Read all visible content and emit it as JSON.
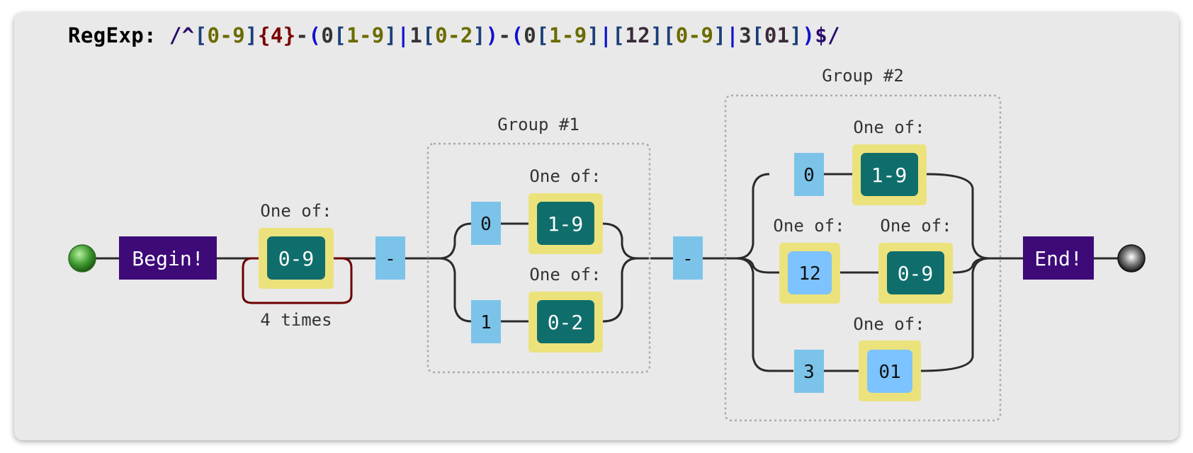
{
  "regexp": {
    "prefix": "RegExp: ",
    "tokens": [
      {
        "t": "/",
        "c": "#2a0a6b"
      },
      {
        "t": "^",
        "c": "#2a0a6b"
      },
      {
        "t": "[",
        "c": "#1a3f7a"
      },
      {
        "t": "0-9",
        "c": "#6b6b00"
      },
      {
        "t": "]",
        "c": "#1a3f7a"
      },
      {
        "t": "{4}",
        "c": "#7a0000"
      },
      {
        "t": "-",
        "c": "#333333"
      },
      {
        "t": "(",
        "c": "#1010d0"
      },
      {
        "t": "0",
        "c": "#333333"
      },
      {
        "t": "[",
        "c": "#1a3f7a"
      },
      {
        "t": "1-9",
        "c": "#6b6b00"
      },
      {
        "t": "]",
        "c": "#1a3f7a"
      },
      {
        "t": "|",
        "c": "#1010d0"
      },
      {
        "t": "1",
        "c": "#333333"
      },
      {
        "t": "[",
        "c": "#1a3f7a"
      },
      {
        "t": "0-2",
        "c": "#6b6b00"
      },
      {
        "t": "]",
        "c": "#1a3f7a"
      },
      {
        "t": ")",
        "c": "#1010d0"
      },
      {
        "t": "-",
        "c": "#333333"
      },
      {
        "t": "(",
        "c": "#1010d0"
      },
      {
        "t": "0",
        "c": "#333333"
      },
      {
        "t": "[",
        "c": "#1a3f7a"
      },
      {
        "t": "1-9",
        "c": "#6b6b00"
      },
      {
        "t": "]",
        "c": "#1a3f7a"
      },
      {
        "t": "|",
        "c": "#1010d0"
      },
      {
        "t": "[",
        "c": "#1a3f7a"
      },
      {
        "t": "12",
        "c": "#3a2a3a"
      },
      {
        "t": "]",
        "c": "#1a3f7a"
      },
      {
        "t": "[",
        "c": "#1a3f7a"
      },
      {
        "t": "0-9",
        "c": "#6b6b00"
      },
      {
        "t": "]",
        "c": "#1a3f7a"
      },
      {
        "t": "|",
        "c": "#1010d0"
      },
      {
        "t": "3",
        "c": "#333333"
      },
      {
        "t": "[",
        "c": "#1a3f7a"
      },
      {
        "t": "01",
        "c": "#3a2a3a"
      },
      {
        "t": "]",
        "c": "#1a3f7a"
      },
      {
        "t": ")",
        "c": "#1010d0"
      },
      {
        "t": "$",
        "c": "#2a0a6b"
      },
      {
        "t": "/",
        "c": "#2a0a6b"
      }
    ]
  },
  "diagram": {
    "begin_label": "Begin!",
    "end_label": "End!",
    "one_of_label": "One of:",
    "repeat_label": "4 times",
    "year_class": "0-9",
    "separator": "-",
    "group1": {
      "title": "Group #1",
      "option1_literal": "0",
      "option1_class": "1-9",
      "option2_literal": "1",
      "option2_class": "0-2"
    },
    "group2": {
      "title": "Group #2",
      "option1_literal": "0",
      "option1_class": "1-9",
      "option2_set": "12",
      "option2_class": "0-9",
      "option3_literal": "3",
      "option3_set": "01"
    },
    "colors": {
      "terminal_bg": "#3d0a78",
      "class_bg": "#0f6e6b",
      "class_border": "#ece27c",
      "literal_bg": "#7cc3ea",
      "set_bg": "#7cc3ff",
      "repeat_stroke": "#6b0000",
      "line": "#2a2a2a"
    }
  }
}
